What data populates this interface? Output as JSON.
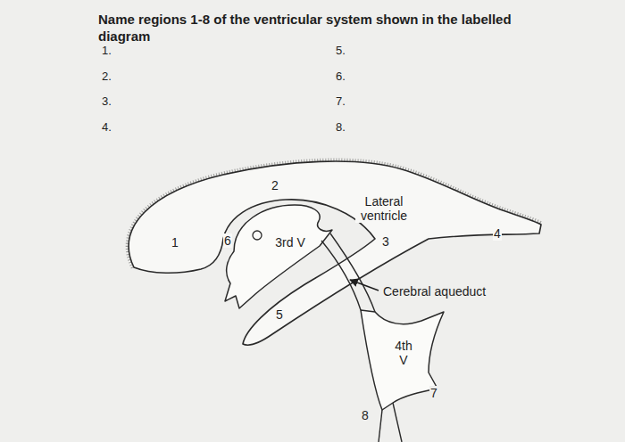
{
  "diagram": {
    "title": "Name regions 1-8 of the ventricular system shown in the labelled diagram",
    "labels": [
      "1.",
      "2.",
      "3.",
      "4.",
      "5.",
      "6.",
      "7.",
      "8.",
      "2",
      "Lateral ventricle",
      "1",
      "6",
      "3rd V",
      "3",
      "4",
      "Cerebral aqueduct",
      "5",
      "4th V",
      "7",
      "8"
    ]
  }
}
